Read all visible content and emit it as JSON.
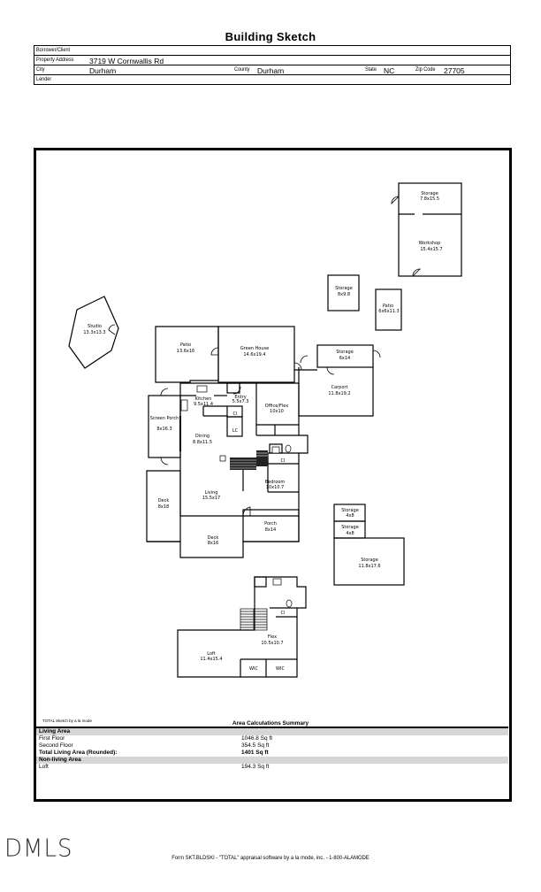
{
  "document": {
    "title": "Building Sketch"
  },
  "header": {
    "borrower_label": "Borrower/Client",
    "borrower_value": "",
    "address_label": "Property Address",
    "address_value": "3719 W Cornwallis Rd",
    "city_label": "City",
    "city_value": "Durham",
    "county_label": "County",
    "county_value": "Durham",
    "state_label": "State",
    "state_value": "NC",
    "zip_label": "Zip Code",
    "zip_value": "27705",
    "lender_label": "Lender",
    "lender_value": ""
  },
  "sketch": {
    "rooms": {
      "storage_top": {
        "name": "Storage",
        "dims": "7.8x15.5"
      },
      "workshop": {
        "name": "Workshop",
        "dims": "15.4x15.7"
      },
      "storage_small": {
        "name": "Storage",
        "dims": "8x9.8"
      },
      "patio_right": {
        "name": "Patio",
        "dims": "6x6x11.3"
      },
      "studio": {
        "name": "Studio",
        "dims": "13.3x13.3"
      },
      "patio_left": {
        "name": "Patio",
        "dims": "13.6x16"
      },
      "green_house": {
        "name": "Green House",
        "dims": "14.6x19.4"
      },
      "storage_mid": {
        "name": "Storage",
        "dims": "6x14"
      },
      "carport": {
        "name": "Carport",
        "dims": "11.8x19.2"
      },
      "kitchen": {
        "name": "Kitchen",
        "dims": "9.5x11.4"
      },
      "entry": {
        "name": "Entry",
        "dims": "5.5x7.3"
      },
      "office": {
        "name": "Office/Flex",
        "dims": "10x10"
      },
      "screen_porch": {
        "name": "Screen Porch",
        "dims": "8x16.3"
      },
      "dining": {
        "name": "Dining",
        "dims": "8.8x11.5"
      },
      "bedroom": {
        "name": "Bedroom",
        "dims": "10x10.7"
      },
      "deck_left": {
        "name": "Deck",
        "dims": "8x18"
      },
      "living": {
        "name": "Living",
        "dims": "15.5x17"
      },
      "porch": {
        "name": "Porch",
        "dims": "8x14"
      },
      "deck_bottom": {
        "name": "Deck",
        "dims": "8x16"
      },
      "storage_4x8_a": {
        "name": "Storage",
        "dims": "4x8"
      },
      "storage_4x8_b": {
        "name": "Storage",
        "dims": "4x8"
      },
      "storage_large": {
        "name": "Storage",
        "dims": "11.8x17.6"
      },
      "loft": {
        "name": "Loft",
        "dims": "11.4x15.4"
      },
      "flex": {
        "name": "Flex",
        "dims": "10.5x10.7"
      }
    },
    "labels": {
      "cl": "Cl",
      "lc": "LC",
      "wic": "WIC"
    }
  },
  "area_summary": {
    "credit": "TOTAL Sketch by a la mode",
    "title": "Area Calculations Summary",
    "rows": [
      {
        "label": "Living Area",
        "value": "",
        "style": "band"
      },
      {
        "label": "First Floor",
        "value": "1046.8 Sq ft",
        "style": "normal"
      },
      {
        "label": "Second Floor",
        "value": "354.5 Sq ft",
        "style": "normal"
      },
      {
        "label": "Total Living Area (Rounded):",
        "value": "1401 Sq ft",
        "style": "bold"
      },
      {
        "label": "Non-living Area",
        "value": "",
        "style": "band"
      },
      {
        "label": "Loft",
        "value": "194.3 Sq ft",
        "style": "normal"
      }
    ]
  },
  "footer": {
    "logo": "DMLS",
    "form_text": "Form SKT.BLDSKI - \"TOTAL\" appraisal software by a la mode, inc. - 1-800-ALAMODE"
  }
}
